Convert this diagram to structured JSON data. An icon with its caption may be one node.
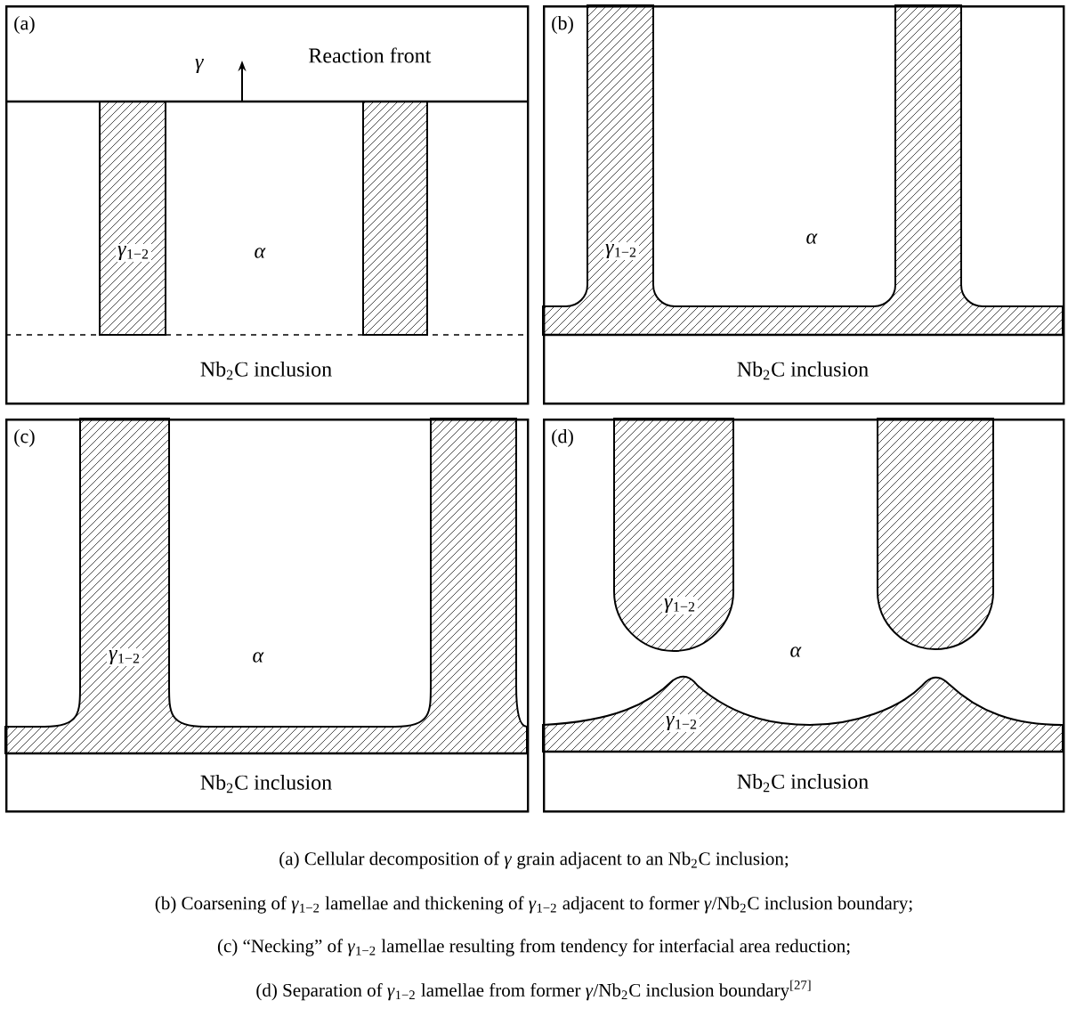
{
  "diagram": {
    "nodes": [
      {
        "text": [
          "(a)"
        ]
      },
      {
        "text": [
          "Nb$_{2}$C inclusion"
        ],
        "in": 0
      },
      {
        "text": [
          "(b)"
        ]
      },
      {
        "text": [
          "Nb$_{2}$C inclusion"
        ],
        "in": 2
      },
      {
        "text": [
          "(c)"
        ]
      },
      {
        "text": [
          "Nb$_{2}$C inclusion"
        ],
        "in": 4
      },
      {
        "text": [
          "(d)"
        ]
      },
      {
        "text": [
          "Nb$_{2}$C inclusion"
        ],
        "in": 6
      }
    ],
    "labels": [
      "*γ*",
      "Reaction front",
      "*γ*$_{1−2}$",
      "*α*",
      "*γ*$_{1−2}$",
      "*α*",
      "*γ*$_{1−2}$",
      "*α*",
      "*γ*$_{1−2}$",
      "*α*",
      "*γ*$_{1−2}$",
      "(a) Cellular decomposition of *γ* grain adjacent to an Nb$_{2}$C inclusion;",
      "(b) Coarsening of *γ*$_{1−2}$ lamellae and thickening of *γ*$_{1−2}$ adjacent to former *γ*/Nb$_{2}$C inclusion boundary;",
      "(c) “Necking” of *γ*$_{1−2}$ lamellae resulting from tendency for interfacial area reduction;",
      "(d) Separation of *γ*$_{1−2}$ lamellae from former *γ*/Nb$_{2}$C inclusion boundary$^{[27]}$"
    ]
  }
}
